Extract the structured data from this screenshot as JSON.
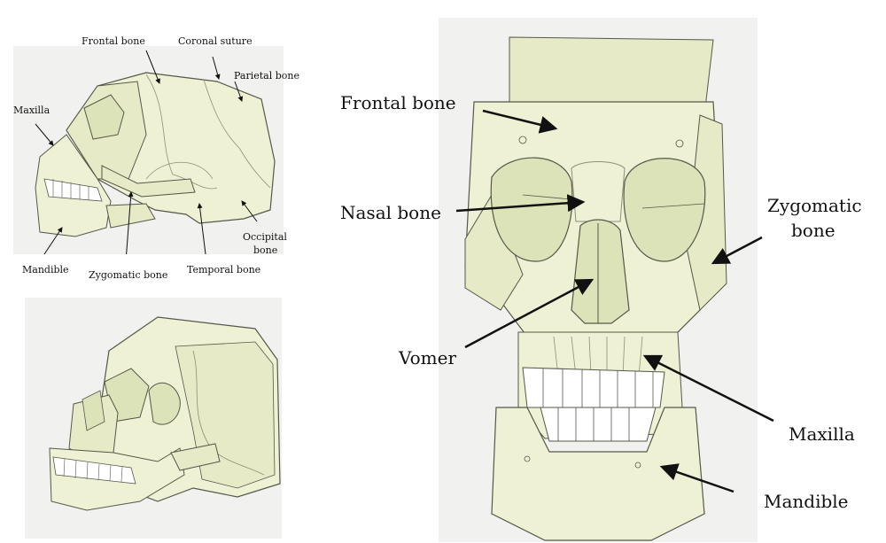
{
  "colors": {
    "paper": "#eef1d4",
    "paper_shade": "#dde3b8",
    "outline": "#55584a",
    "suture": "#8c9078",
    "background_photo": "#f1f1ef",
    "teeth": "#ffffff"
  },
  "panels": {
    "side_view": {
      "labels": {
        "frontal_bone": "Frontal bone",
        "coronal_suture": "Coronal suture",
        "parietal_bone": "Parietal bone",
        "maxilla": "Maxilla",
        "occipital_bone_line1": "Occipital",
        "occipital_bone_line2": "bone",
        "mandible": "Mandible",
        "zygomatic_bone": "Zygomatic bone",
        "temporal_bone": "Temporal bone"
      }
    },
    "front_view": {
      "labels": {
        "frontal_bone": "Frontal bone",
        "nasal_bone": "Nasal bone",
        "zygomatic_bone_line1": "Zygomatic",
        "zygomatic_bone_line2": "bone",
        "vomer": "Vomer",
        "maxilla": "Maxilla",
        "mandible": "Mandible"
      }
    }
  }
}
